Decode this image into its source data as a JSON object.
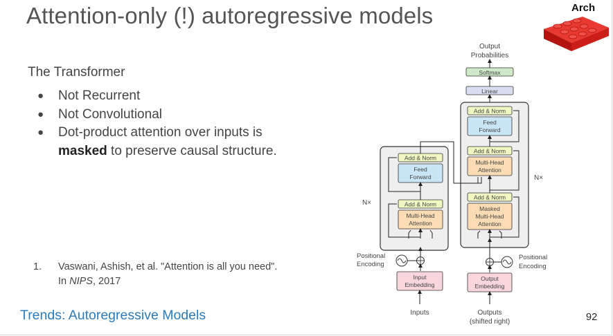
{
  "slide": {
    "title": "Attention-only (!) autoregressive models",
    "badge": "Arch",
    "subtitle": "The Transformer",
    "bullets": [
      {
        "text": "Not Recurrent"
      },
      {
        "text": "Not Convolutional"
      },
      {
        "text": "Dot-product attention over inputs is",
        "bold": "masked",
        "rest": " to preserve causal structure."
      }
    ],
    "bullet_glyph": "●",
    "reference": {
      "number": "1.",
      "line1": "Vaswani, Ashish, et al. \"Attention is all you need\".",
      "line2_prefix": "In ",
      "venue": "NIPS",
      "line2_suffix": ", 2017"
    },
    "footer": "Trends: Autoregressive Models",
    "page_number": "92"
  },
  "diagram": {
    "output_label_1": "Output",
    "output_label_2": "Probabilities",
    "softmax": "Softmax",
    "linear": "Linear",
    "add_norm": "Add & Norm",
    "feed": "Feed",
    "forward": "Forward",
    "multi_head": "Multi-Head",
    "attention": "Attention",
    "masked": "Masked",
    "nx": "N×",
    "positional": "Positional",
    "encoding": "Encoding",
    "input": "Input",
    "output": "Output",
    "embedding": "Embedding",
    "inputs": "Inputs",
    "outputs": "Outputs",
    "shifted": "(shifted right)",
    "oplus": "⊕",
    "sine": "∿"
  },
  "colors": {
    "title": "#555555",
    "footer_link": "#2b7bb9",
    "feed_forward": "#c8e6f5",
    "attention": "#fcdcb5",
    "add_norm": "#f1f7c2",
    "embedding": "#f8d6dc",
    "softmax": "#cfe8c9",
    "linear": "#d9dff0",
    "block_bg": "#efefef",
    "lego": "#d9211f"
  }
}
